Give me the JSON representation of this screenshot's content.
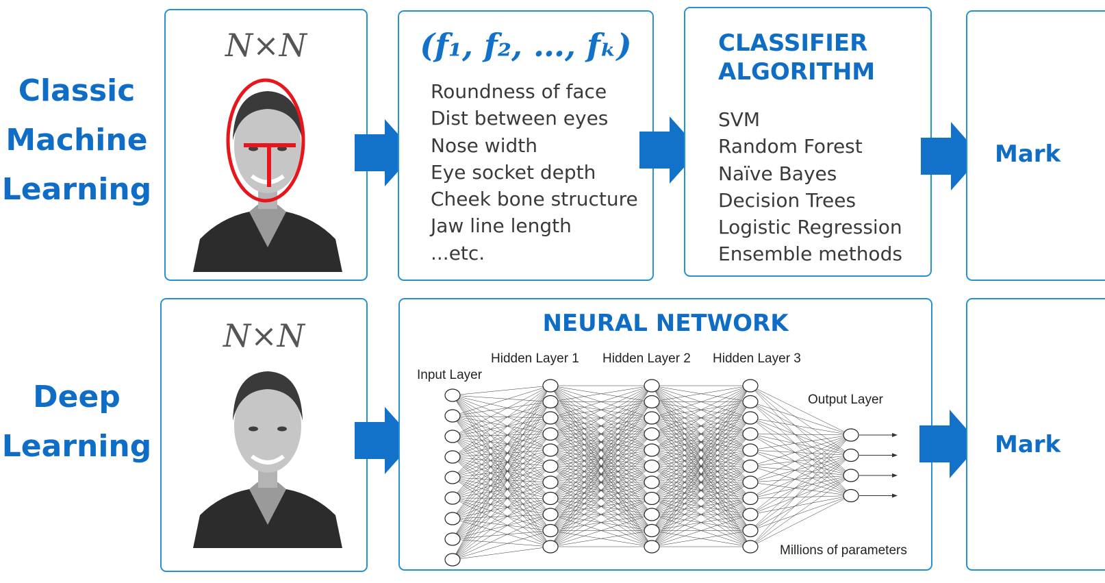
{
  "rows": {
    "classic": {
      "label_lines": [
        "Classic",
        "Machine",
        "Learning"
      ]
    },
    "deep": {
      "label_lines": [
        "Deep",
        "Learning"
      ]
    }
  },
  "input": {
    "size_label": "N×N"
  },
  "features": {
    "formula": "(f₁, f₂, …, fₖ)",
    "items": [
      "Roundness of face",
      "Dist between eyes",
      "Nose width",
      "Eye socket depth",
      "Cheek bone structure",
      "Jaw line length",
      "...etc."
    ]
  },
  "classifier": {
    "title_lines": [
      "CLASSIFIER",
      "ALGORITHM"
    ],
    "items": [
      "SVM",
      "Random Forest",
      "Naïve Bayes",
      "Decision Trees",
      "Logistic Regression",
      "Ensemble methods"
    ]
  },
  "neural_network": {
    "title": "NEURAL NETWORK",
    "layers": {
      "input": "Input Layer",
      "hidden1": "Hidden Layer 1",
      "hidden2": "Hidden Layer 2",
      "hidden3": "Hidden Layer 3",
      "output": "Output Layer"
    },
    "params_note": "Millions of parameters"
  },
  "output": {
    "classic": "Mark",
    "deep": "Mark"
  },
  "colors": {
    "accent": "#0f6dc5",
    "border": "#2590d6",
    "arrow": "#1272c9",
    "annotation": "#e8161b"
  }
}
